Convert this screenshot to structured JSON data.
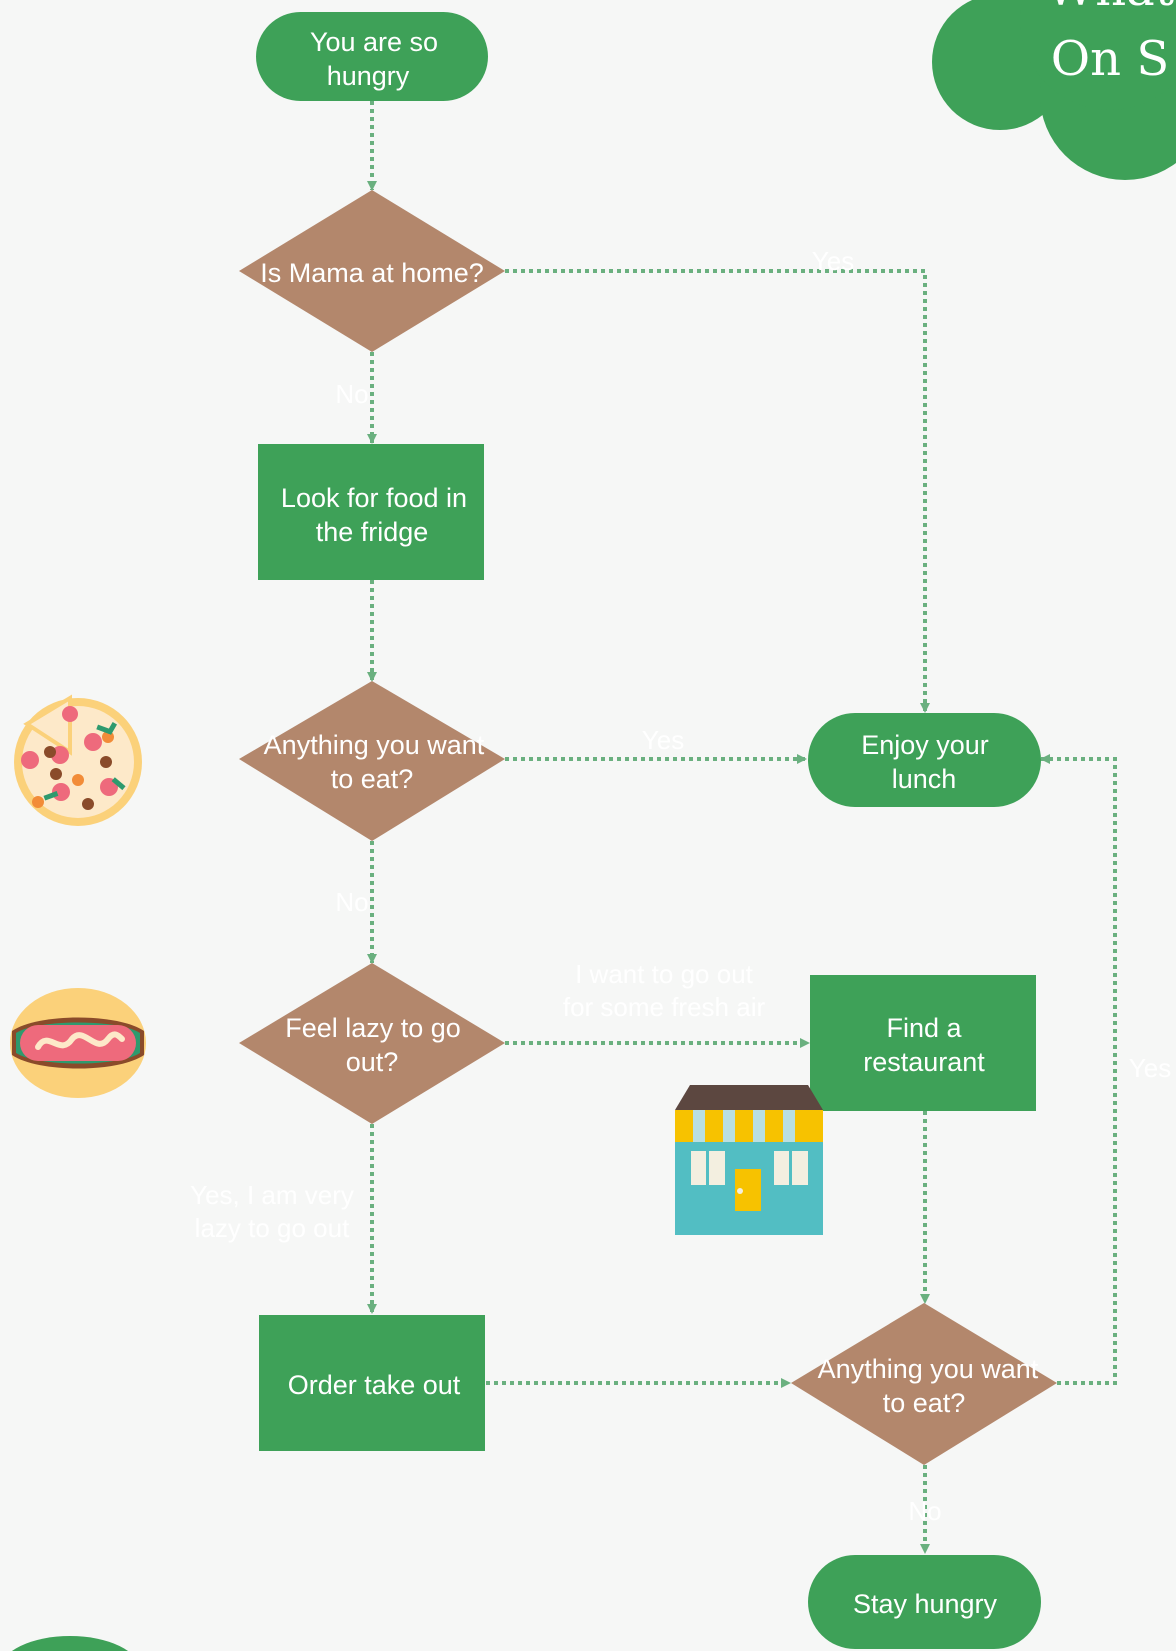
{
  "colors": {
    "background": "#f6f7f6",
    "terminal": "#3ea158",
    "process": "#3ea158",
    "decision": "#b3876c",
    "connector": "#6ab07f",
    "text": "#ffffff"
  },
  "title": {
    "lines": [
      "What",
      "On S"
    ]
  },
  "nodes": {
    "start": {
      "lines": [
        "You are so",
        "hungry"
      ]
    },
    "mama": {
      "lines": [
        "Is Mama at home?"
      ]
    },
    "fridge": {
      "lines": [
        "Look for food in",
        "the fridge"
      ]
    },
    "want1": {
      "lines": [
        "Anything you want",
        "to eat?"
      ]
    },
    "lazy": {
      "lines": [
        "Feel lazy to go",
        "out?"
      ]
    },
    "enjoy": {
      "lines": [
        "Enjoy your",
        "lunch"
      ]
    },
    "restaurant": {
      "lines": [
        "Find a",
        "restaurant"
      ]
    },
    "takeout": {
      "lines": [
        "Order take out"
      ]
    },
    "want2": {
      "lines": [
        "Anything you want",
        "to eat?"
      ]
    },
    "stay": {
      "lines": [
        "Stay hungry"
      ]
    }
  },
  "edge_labels": {
    "mama_yes": [
      "Yes"
    ],
    "mama_no": [
      "No"
    ],
    "want1_yes": [
      "Yes"
    ],
    "want1_no": [
      "No"
    ],
    "lazy_out": [
      "I want to go out",
      "for some fresh air"
    ],
    "lazy_yes": [
      "Yes, I am very",
      "lazy to go out"
    ],
    "want2_yes": [
      "Yes"
    ],
    "want2_no": [
      "No"
    ]
  },
  "icons": [
    "pizza-icon",
    "hotdog-icon",
    "shop-icon"
  ]
}
